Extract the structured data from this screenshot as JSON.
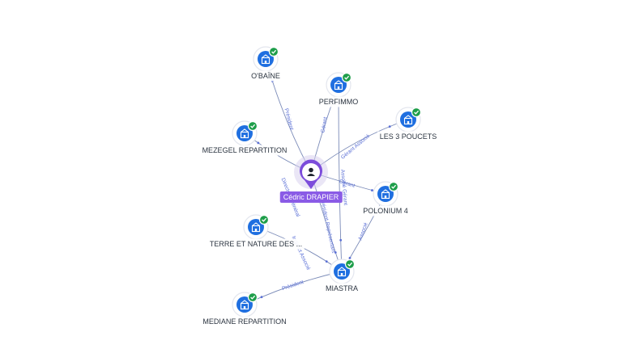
{
  "colors": {
    "edge": "#7b8bb8",
    "edge_label": "#5a6fd6",
    "company_icon_bg": "#1f6fe0",
    "check_badge": "#1e9e4a",
    "person_pin": "#7c4ddb",
    "person_label_bg": "#8a5be6"
  },
  "center": {
    "name": "Cédric DRAPIER",
    "icon": "person-icon"
  },
  "companies": [
    {
      "id": "obaine",
      "name": "O'BAÏNE",
      "icon": "building-icon",
      "verified": true
    },
    {
      "id": "perfimmo",
      "name": "PERFIMMO",
      "icon": "building-icon",
      "verified": true
    },
    {
      "id": "les3poucets",
      "name": "LES 3 POUCETS",
      "icon": "building-icon",
      "verified": true
    },
    {
      "id": "mezegel",
      "name": "MEZEGEL REPARTITION",
      "icon": "building-icon",
      "verified": true
    },
    {
      "id": "polonium4",
      "name": "POLONIUM 4",
      "icon": "building-icon",
      "verified": true
    },
    {
      "id": "terre",
      "name": "TERRE ET NATURE DES ...",
      "icon": "building-icon",
      "verified": true
    },
    {
      "id": "miastra",
      "name": "MIASTRA",
      "icon": "building-icon",
      "verified": true
    },
    {
      "id": "mediane",
      "name": "MEDIANE REPARTITION",
      "icon": "building-icon",
      "verified": true
    }
  ],
  "edges": [
    {
      "id": "e-obaine",
      "from": "center",
      "to": "obaine",
      "label": "Président"
    },
    {
      "id": "e-perfimmo",
      "from": "center",
      "to": "perfimmo",
      "label": "Gérant"
    },
    {
      "id": "e-3poucets",
      "from": "center",
      "to": "les3poucets",
      "label": "Gérant Associé"
    },
    {
      "id": "e-mezegel",
      "from": "center",
      "to": "mezegel",
      "label": "Directeur Général"
    },
    {
      "id": "e-polonium",
      "from": "center",
      "to": "polonium4",
      "label": "Gérant"
    },
    {
      "id": "e-miastra",
      "from": "center",
      "to": "miastra",
      "label": "Président Représentant"
    },
    {
      "id": "e-perf-miastra",
      "from": "perfimmo",
      "to": "miastra",
      "label": "Associé Gérant"
    },
    {
      "id": "e-terre-miastra",
      "from": "terre",
      "to": "miastra",
      "label": "Indirect Associé"
    },
    {
      "id": "e-pol-miastra",
      "from": "polonium4",
      "to": "miastra",
      "label": "Associé"
    },
    {
      "id": "e-miastra-mediane",
      "from": "miastra",
      "to": "mediane",
      "label": "Président"
    }
  ]
}
